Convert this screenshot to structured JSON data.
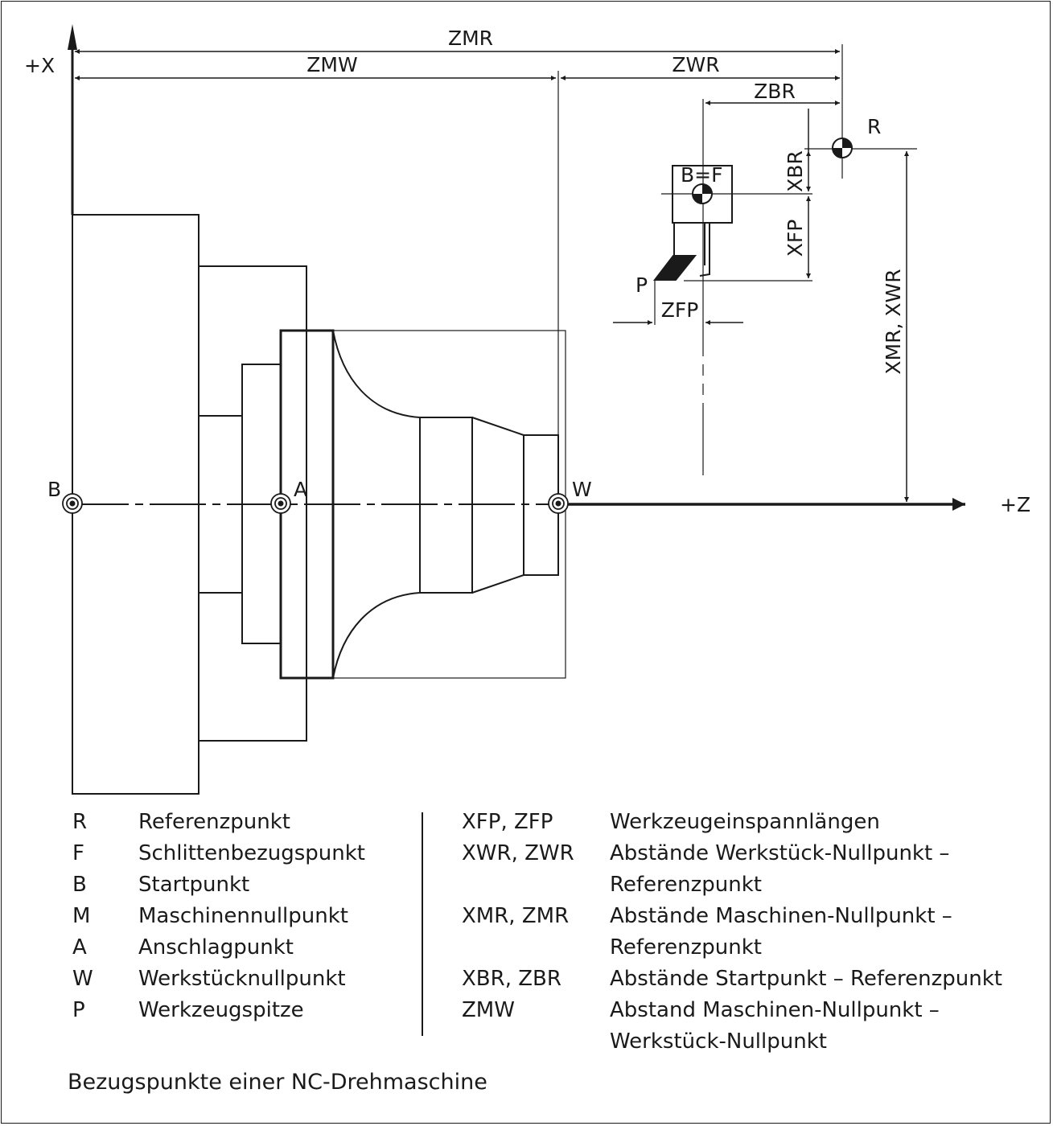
{
  "diagram": {
    "axis_x": "+X",
    "axis_z": "+Z",
    "dim_zmr": "ZMR",
    "dim_zmw": "ZMW",
    "dim_zwr": "ZWR",
    "dim_zbr": "ZBR",
    "dim_xbr": "XBR",
    "dim_xfp": "XFP",
    "dim_zfp": "ZFP",
    "dim_xmr_xwr": "XMR, XWR",
    "point_r": "R",
    "point_bf": "B=F",
    "point_p": "P",
    "point_b": "B",
    "point_a": "A",
    "point_w": "W"
  },
  "legend_left": [
    {
      "key": "R",
      "value": "Referenzpunkt"
    },
    {
      "key": "F",
      "value": "Schlittenbezugspunkt"
    },
    {
      "key": "B",
      "value": "Startpunkt"
    },
    {
      "key": "M",
      "value": "Maschinennullpunkt"
    },
    {
      "key": "A",
      "value": "Anschlagpunkt"
    },
    {
      "key": "W",
      "value": "Werkstücknullpunkt"
    },
    {
      "key": "P",
      "value": "Werkzeugspitze"
    }
  ],
  "legend_right": [
    {
      "key": "XFP, ZFP",
      "value": "Werkzeugeinspannlängen"
    },
    {
      "key": "XWR, ZWR",
      "value": "Abstände Werkstück-Nullpunkt –"
    },
    {
      "key": "",
      "value": "Referenzpunkt"
    },
    {
      "key": "XMR, ZMR",
      "value": "Abstände Maschinen-Nullpunkt –"
    },
    {
      "key": "",
      "value": "Referenzpunkt"
    },
    {
      "key": "XBR, ZBR",
      "value": "Abstände Startpunkt – Referenzpunkt"
    },
    {
      "key": "ZMW",
      "value": "Abstand Maschinen-Nullpunkt –"
    },
    {
      "key": "",
      "value": "Werkstück-Nullpunkt"
    }
  ],
  "caption": "Bezugspunkte einer NC-Drehmaschine"
}
